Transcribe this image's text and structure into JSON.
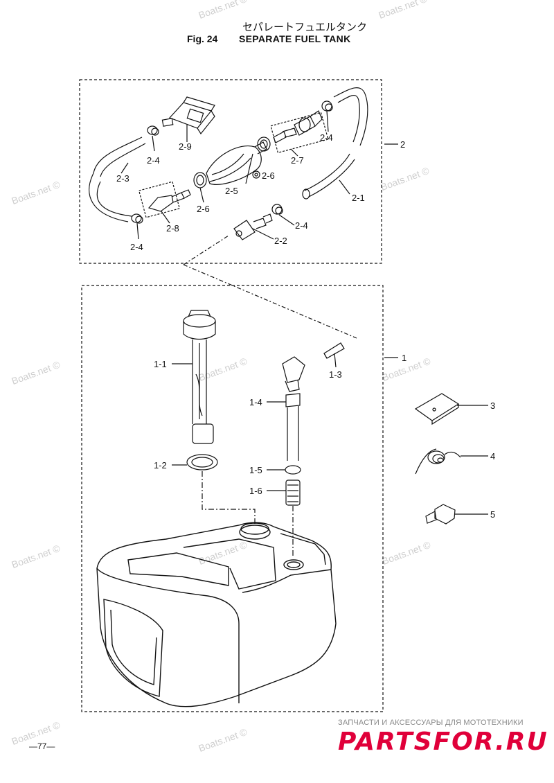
{
  "header": {
    "title_jp": "セパレートフュエルタンク",
    "fig_label": "Fig. 24",
    "title_en": "SEPARATE FUEL TANK"
  },
  "callouts": {
    "p2": "2",
    "p2_1": "2-1",
    "p2_2": "2-2",
    "p2_3": "2-3",
    "p2_4a": "2-4",
    "p2_4b": "2-4",
    "p2_4c": "2-4",
    "p2_4d": "2-4",
    "p2_5": "2-5",
    "p2_6a": "2-6",
    "p2_6b": "2-6",
    "p2_7": "2-7",
    "p2_8": "2-8",
    "p2_9": "2-9",
    "p1": "1",
    "p1_1": "1-1",
    "p1_2": "1-2",
    "p1_3": "1-3",
    "p1_4": "1-4",
    "p1_5": "1-5",
    "p1_6": "1-6",
    "p3": "3",
    "p4": "4",
    "p5": "5"
  },
  "watermark": "Boats.net ©",
  "footer": {
    "page_number": "—77—",
    "brand_subtitle": "ЗАПЧАСТИ И АКСЕССУАРЫ ДЛЯ МОТОТЕХНИКИ",
    "brand_logo": "PARTSFOR.RU"
  },
  "colors": {
    "line": "#111111",
    "watermark": "#cfcfcf",
    "brand": "#e0003a"
  }
}
